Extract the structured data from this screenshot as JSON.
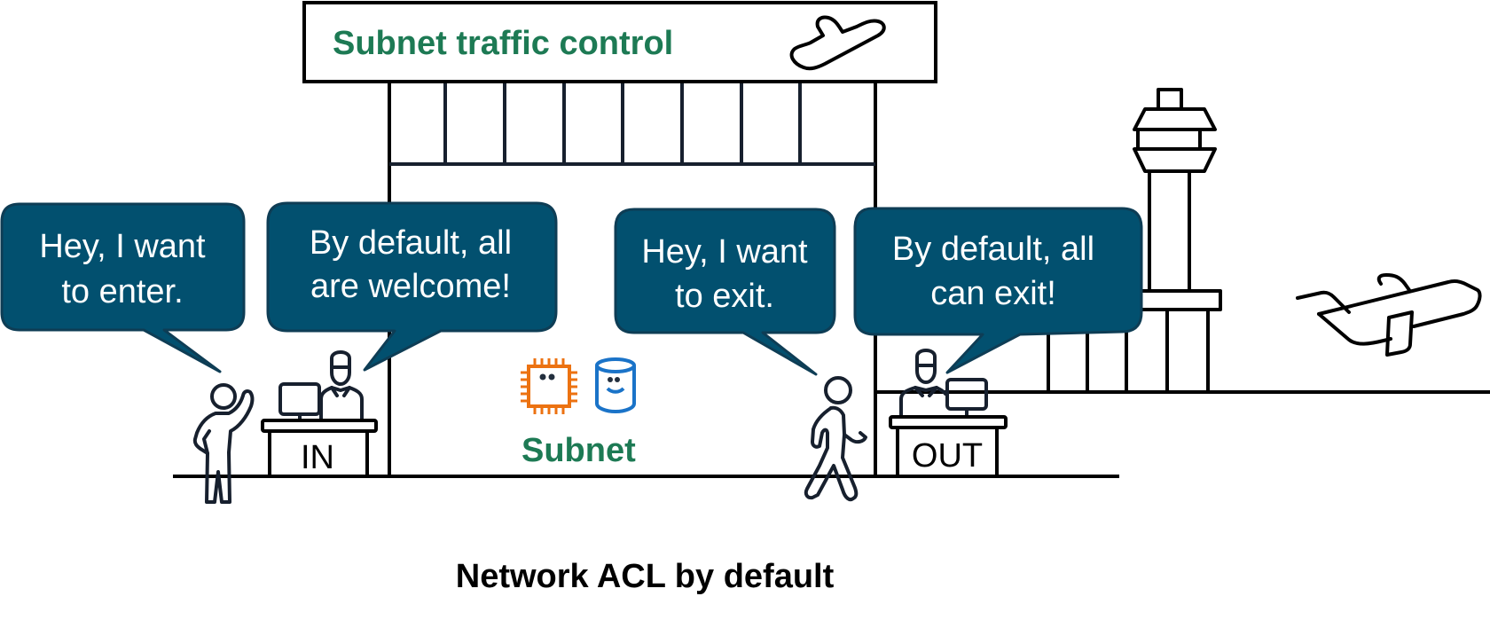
{
  "sign": {
    "title": "Subnet traffic control",
    "icon": "airplane-landing-icon"
  },
  "bubbles": [
    {
      "id": "visitor-enter",
      "speaker": "entering-person",
      "lines": [
        "Hey, I want",
        "to enter."
      ]
    },
    {
      "id": "in-desk-reply",
      "speaker": "in-desk-officer",
      "lines": [
        "By default, all",
        "are welcome!"
      ]
    },
    {
      "id": "visitor-exit",
      "speaker": "exiting-person",
      "lines": [
        "Hey, I want",
        "to exit."
      ]
    },
    {
      "id": "out-desk-reply",
      "speaker": "out-desk-officer",
      "lines": [
        "By default, all",
        "can exit!"
      ]
    }
  ],
  "desks": {
    "inbound": {
      "label": "IN"
    },
    "outbound": {
      "label": "OUT"
    }
  },
  "subnet": {
    "label": "Subnet",
    "icons": [
      "ec2-instance-chip-icon",
      "database-cylinder-icon"
    ]
  },
  "caption": "Network ACL by default",
  "colors": {
    "bubble_fill": "#02506f",
    "title_green": "#1d7a54",
    "chip_orange": "#ec7211",
    "db_blue": "#1a73c8",
    "line": "#000000"
  }
}
